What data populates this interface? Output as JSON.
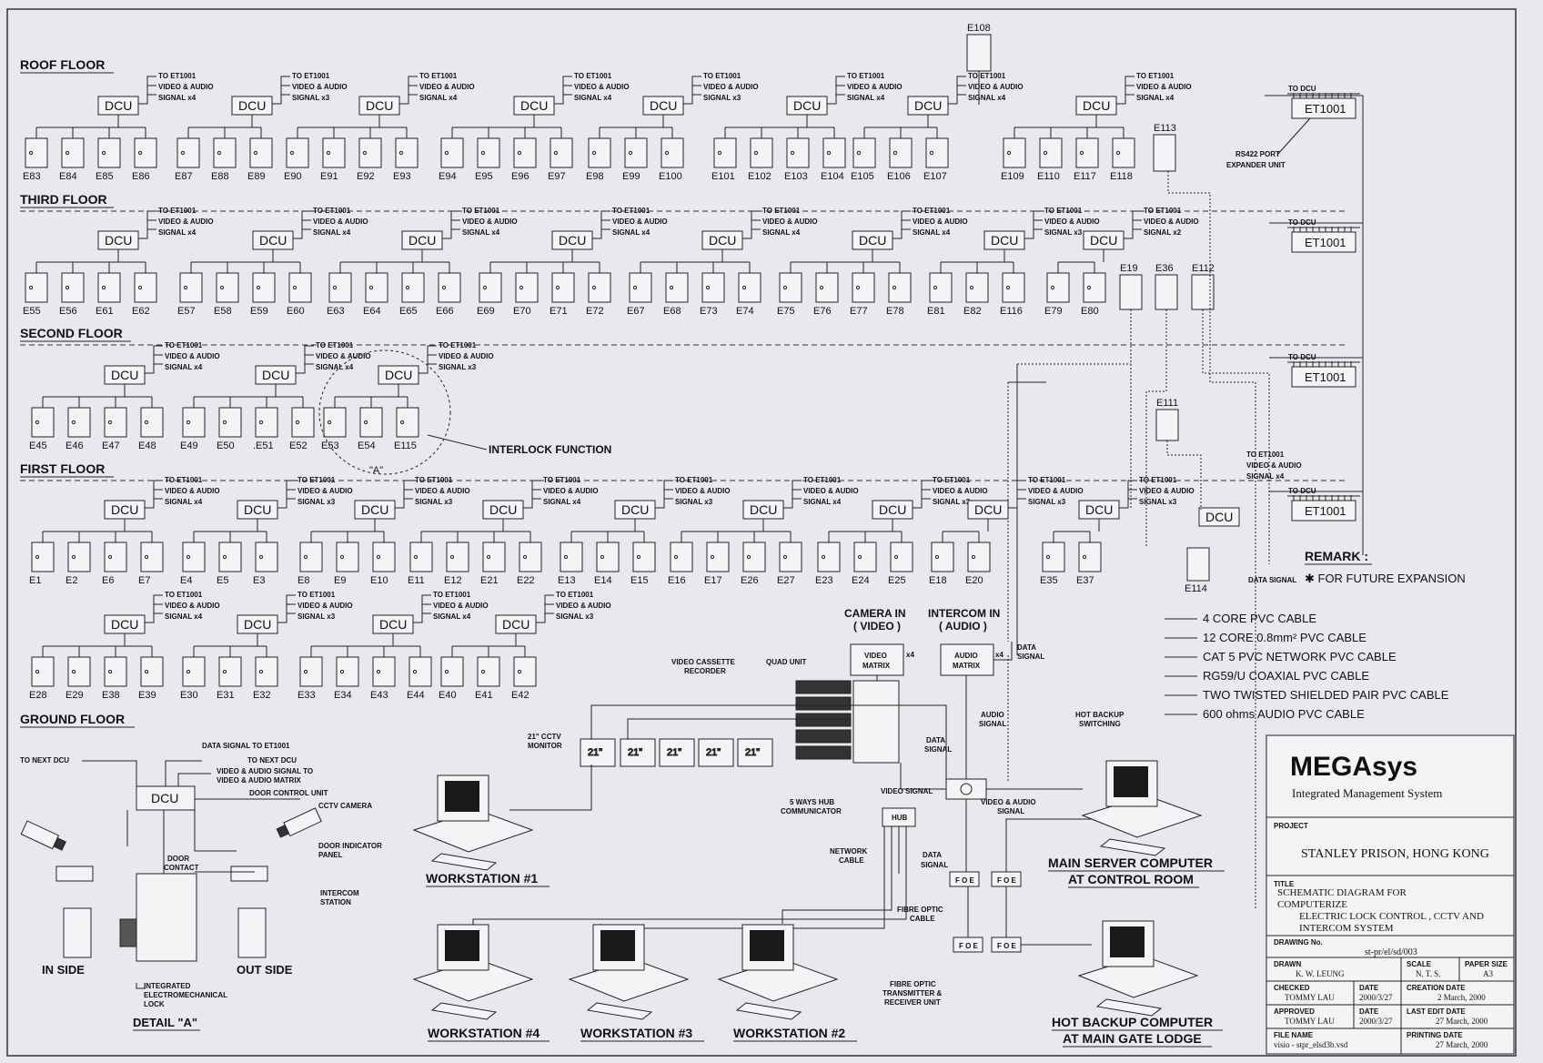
{
  "floors": {
    "roof": "ROOF FLOOR",
    "third": "THIRD FLOOR",
    "second": "SECOND FLOOR",
    "first": "FIRST FLOOR",
    "ground": "GROUND FLOOR"
  },
  "dcu_label": "DCU",
  "to_et": "TO ET1001",
  "video_audio": "VIDEO & AUDIO",
  "groups": [
    {
      "row": 0,
      "signal": "SIGNAL x4",
      "doors": [
        "E83",
        "E84",
        "E85",
        "E86"
      ]
    },
    {
      "row": 0,
      "signal": "SIGNAL x3",
      "doors": [
        "E87",
        "E88",
        "E89"
      ]
    },
    {
      "row": 0,
      "signal": "SIGNAL x4",
      "doors": [
        "E90",
        "E91",
        "E92",
        "E93"
      ]
    },
    {
      "row": 0,
      "signal": "SIGNAL x4",
      "doors": [
        "E94",
        "E95",
        "E96",
        "E97"
      ]
    },
    {
      "row": 0,
      "signal": "SIGNAL x3",
      "doors": [
        "E98",
        "E99",
        "E100"
      ]
    },
    {
      "row": 0,
      "signal": "SIGNAL x4",
      "doors": [
        "E101",
        "E102",
        "E103",
        "E104"
      ]
    },
    {
      "row": 0,
      "signal": "SIGNAL x4",
      "doors": [
        "E105",
        "E106",
        "E107"
      ]
    },
    {
      "row": 0,
      "signal": "SIGNAL x4",
      "doors": [
        "E109",
        "E110",
        "E117",
        "E118"
      ]
    },
    {
      "row": 1,
      "signal": "SIGNAL x4",
      "doors": [
        "E55",
        "E56",
        "E61",
        "E62"
      ]
    },
    {
      "row": 1,
      "signal": "SIGNAL x4",
      "doors": [
        "E57",
        "E58",
        "E59",
        "E60"
      ]
    },
    {
      "row": 1,
      "signal": "SIGNAL x4",
      "doors": [
        "E63",
        "E64",
        "E65",
        "E66"
      ]
    },
    {
      "row": 1,
      "signal": "SIGNAL x4",
      "doors": [
        "E69",
        "E70",
        "E71",
        "E72"
      ]
    },
    {
      "row": 1,
      "signal": "SIGNAL x4",
      "doors": [
        "E67",
        "E68",
        "E73",
        "E74"
      ]
    },
    {
      "row": 1,
      "signal": "SIGNAL x4",
      "doors": [
        "E75",
        "E76",
        "E77",
        "E78"
      ]
    },
    {
      "row": 1,
      "signal": "SIGNAL x3",
      "doors": [
        "E81",
        "E82",
        "E116"
      ]
    },
    {
      "row": 1,
      "signal": "SIGNAL x2",
      "doors": [
        "E79",
        "E80"
      ]
    },
    {
      "row": 2,
      "signal": "SIGNAL x4",
      "doors": [
        "E45",
        "E46",
        "E47",
        "E48"
      ]
    },
    {
      "row": 2,
      "signal": "SIGNAL x4",
      "doors": [
        "E49",
        "E50",
        ".E51",
        "E52"
      ]
    },
    {
      "row": 2,
      "signal": "SIGNAL x3",
      "doors": [
        "E53",
        "E54",
        "E115"
      ]
    },
    {
      "row": 3,
      "signal": "SIGNAL x4",
      "doors": [
        "E1",
        "E2",
        "E6",
        "E7"
      ]
    },
    {
      "row": 3,
      "signal": "SIGNAL x3",
      "doors": [
        "E4",
        "E5",
        "E3"
      ]
    },
    {
      "row": 3,
      "signal": "SIGNAL x3",
      "doors": [
        "E8",
        "E9",
        "E10"
      ]
    },
    {
      "row": 3,
      "signal": "SIGNAL x4",
      "doors": [
        "E11",
        "E12",
        "E21",
        "E22"
      ]
    },
    {
      "row": 3,
      "signal": "SIGNAL x3",
      "doors": [
        "E13",
        "E14",
        "E15"
      ]
    },
    {
      "row": 3,
      "signal": "SIGNAL x4",
      "doors": [
        "E16",
        "E17",
        "E26",
        "E27"
      ]
    },
    {
      "row": 3,
      "signal": "SIGNAL x3",
      "doors": [
        "E23",
        "E24",
        "E25"
      ]
    },
    {
      "row": 3,
      "signal": "SIGNAL x3",
      "doors": [
        "E18",
        "E20"
      ]
    },
    {
      "row": 3,
      "signal": "SIGNAL x3",
      "doors": [
        "E35",
        "E37"
      ]
    },
    {
      "row": 4,
      "signal": "SIGNAL x4",
      "doors": [
        "E28",
        "E29",
        "E38",
        "E39"
      ]
    },
    {
      "row": 4,
      "signal": "SIGNAL x3",
      "doors": [
        "E30",
        "E31",
        "E32"
      ]
    },
    {
      "row": 4,
      "signal": "SIGNAL x4",
      "doors": [
        "E33",
        "E34",
        "E43",
        "E44"
      ]
    },
    {
      "row": 4,
      "signal": "SIGNAL x3",
      "doors": [
        "E40",
        "E41",
        "E42"
      ]
    }
  ],
  "special": {
    "e108": "E108",
    "e113": "E113",
    "e19": "E19",
    "e36": "E36",
    "e112": "E112",
    "e111": "E111",
    "e114": "E114",
    "interlock": "INTERLOCK FUNCTION",
    "detail_marker": "\"A\"",
    "signal_x4": "SIGNAL x4",
    "data_signal": "DATA SIGNAL"
  },
  "et_units": {
    "to_dcu": "TO DCU",
    "label": "ET1001",
    "rs422": "RS422 PORT",
    "expander": "EXPANDER UNIT"
  },
  "remark": {
    "title": "REMARK :",
    "text": "✱ FOR FUTURE EXPANSION"
  },
  "legend": [
    "4 CORE PVC CABLE",
    "12 CORE 0.8mm² PVC CABLE",
    "CAT 5 PVC NETWORK PVC CABLE",
    "RG59/U COAXIAL PVC CABLE",
    "TWO TWISTED SHIELDED  PAIR PVC CABLE",
    "600 ohms AUDIO PVC CABLE"
  ],
  "cctv": {
    "camera_in": "CAMERA IN",
    "video_paren": "( VIDEO )",
    "intercom_in": "INTERCOM IN",
    "audio_paren": "( AUDIO )",
    "video_matrix_1": "VIDEO",
    "video_matrix_2": "MATRIX",
    "audio_matrix_1": "AUDIO",
    "audio_matrix_2": "MATRIX",
    "x4": "x4",
    "vcr_1": "VIDEO CASSETTE",
    "vcr_2": "RECORDER",
    "quad": "QUAD UNIT",
    "monitor_1": "21\" CCTV",
    "monitor_2": "MONITOR",
    "monitor_size": "21\"",
    "data": "DATA",
    "signal": "SIGNAL",
    "audio": "AUDIO",
    "hot_backup_1": "HOT BACKUP",
    "hot_backup_2": "SWITCHING",
    "video_signal": "VIDEO SIGNAL",
    "va_signal_1": "VIDEO & AUDIO",
    "va_signal_2": "SIGNAL",
    "hub_1": "5 WAYS HUB",
    "hub_2": "COMMUNICATOR",
    "hub": "HUB",
    "network_1": "NETWORK",
    "network_2": "CABLE",
    "foe": "F O E",
    "fibre_1": "FIBRE OPTIC",
    "fibre_2": "CABLE",
    "fot_1": "FIBRE OPTIC",
    "fot_2": "TRANSMITTER &",
    "fot_3": "RECEIVER UNIT"
  },
  "workstations": {
    "ws1": "WORKSTATION #1",
    "ws2": "WORKSTATION #2",
    "ws3": "WORKSTATION #3",
    "ws4": "WORKSTATION #4",
    "main_1": "MAIN SERVER COMPUTER",
    "main_2": "AT CONTROL ROOM",
    "hot_1": "HOT BACKUP COMPUTER",
    "hot_2": "AT MAIN GATE LODGE"
  },
  "detail": {
    "data_to_et": "DATA SIGNAL TO ET1001",
    "to_next_dcu_l": "TO NEXT DCU",
    "to_next_dcu_r": "TO NEXT DCU",
    "va_to_1": "VIDEO & AUDIO SIGNAL TO",
    "va_to_2": "VIDEO & AUDIO MATRIX",
    "dcu_unit": "DOOR CONTROL UNIT",
    "cctv_camera": "CCTV CAMERA",
    "door_contact_1": "DOOR",
    "door_contact_2": "CONTACT",
    "indicator_1": "DOOR INDICATOR",
    "indicator_2": "PANEL",
    "intercom_1": "INTERCOM",
    "intercom_2": "STATION",
    "in_side": "IN SIDE",
    "out_side": "OUT SIDE",
    "lock_1": "INTEGRATED",
    "lock_2": "ELECTROMECHANICAL",
    "lock_3": "LOCK",
    "title": "DETAIL \"A\""
  },
  "title_block": {
    "logo": "MEGAsys",
    "subtitle": "Integrated Management System",
    "project_label": "PROJECT",
    "project": "STANLEY PRISON, HONG KONG",
    "title_label": "TITLE",
    "title_1": "SCHEMATIC DIAGRAM FOR",
    "title_2": "COMPUTERIZE",
    "title_3": "ELECTRIC LOCK CONTROL , CCTV AND",
    "title_4": "INTERCOM SYSTEM",
    "drawing_no_label": "DRAWING No.",
    "drawing_no": "st-pr/el/sd/003",
    "drawn_label": "DRAWN",
    "drawn": "K. W. LEUNG",
    "scale_label": "SCALE",
    "scale": "N. T. S.",
    "paper_label": "PAPER SIZE",
    "paper": "A3",
    "checked_label": "CHECKED",
    "checked": "TOMMY LAU",
    "date_label": "DATE",
    "checked_date": "2000/3/27",
    "creation_label": "CREATION DATE",
    "creation": "2 March, 2000",
    "approved_label": "APPROVED",
    "approved": "TOMMY LAU",
    "approved_date": "2000/3/27",
    "last_edit_label": "LAST EDIT DATE",
    "last_edit": "27 March, 2000",
    "file_label": "FILE NAME",
    "file": "visio - stpr_elsd3b.vsd",
    "printing_label": "PRINTING DATE",
    "printing": "27 March, 2000"
  }
}
